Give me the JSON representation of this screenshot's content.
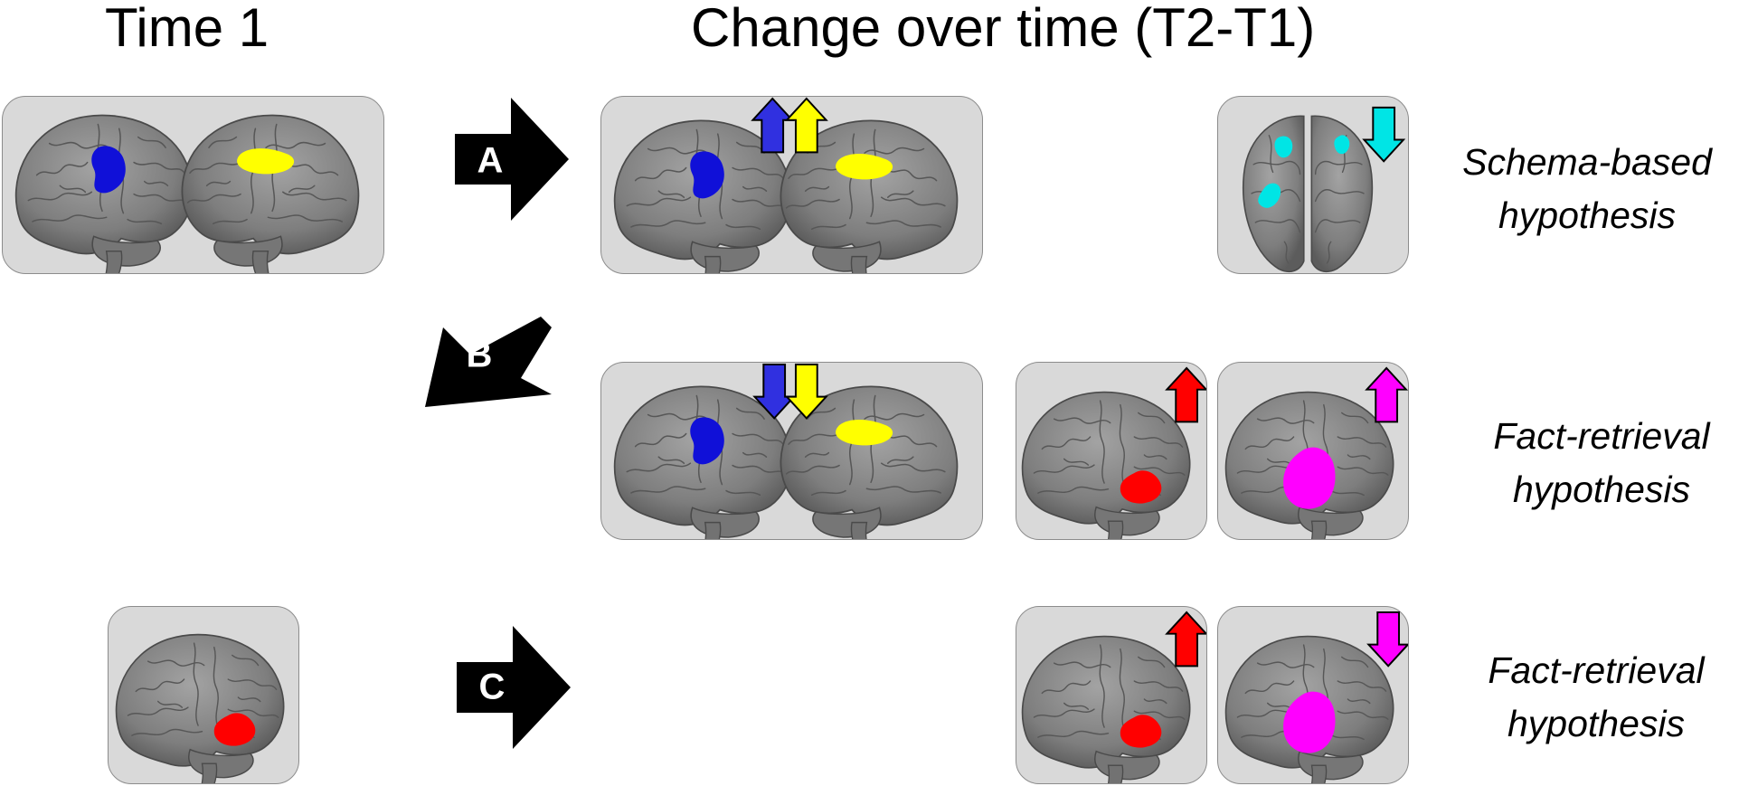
{
  "headers": {
    "time1": "Time 1",
    "change": "Change over time (T2-T1)"
  },
  "arrows": [
    {
      "label": "A",
      "direction": "right"
    },
    {
      "label": "B",
      "direction": "down-left"
    },
    {
      "label": "C",
      "direction": "right"
    }
  ],
  "hypotheses": [
    {
      "line1": "Schema-based",
      "line2": "hypothesis"
    },
    {
      "line1": "Fact-retrieval",
      "line2": "hypothesis"
    },
    {
      "line1": "Fact-retrieval",
      "line2": "hypothesis"
    }
  ],
  "colors": {
    "panel_bg": "#d9d9d9",
    "brain": "#8a8a8a",
    "blue_region": "#1010d8",
    "yellow_region": "#ffff00",
    "cyan_region": "#00e5e5",
    "red_region": "#ff0000",
    "magenta_region": "#ff00ff"
  },
  "change_indicators": {
    "row_a": [
      "blue up-arrow",
      "yellow up-arrow",
      "cyan down-arrow"
    ],
    "row_b": [
      "blue down-arrow",
      "yellow down-arrow",
      "red up-arrow",
      "magenta up-arrow"
    ],
    "row_c": [
      "red up-arrow",
      "magenta down-arrow"
    ]
  }
}
